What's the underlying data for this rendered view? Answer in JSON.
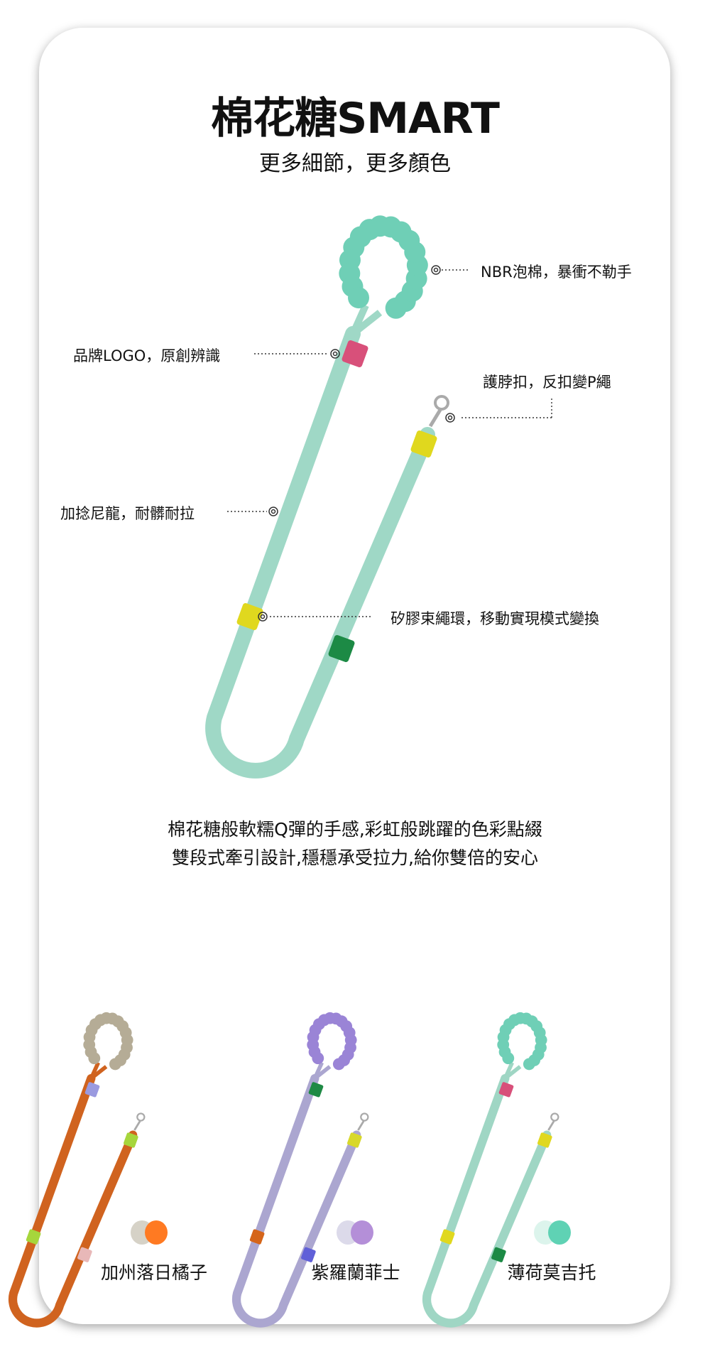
{
  "header": {
    "title": "棉花糖SMART",
    "subtitle": "更多細節，更多顏色"
  },
  "callouts": {
    "foam": "NBR泡棉，暴衝不勒手",
    "logo": "品牌LOGO，原創辨識",
    "clasp": "護脖扣，反扣變P繩",
    "nylon": "加捻尼龍，耐髒耐拉",
    "ring": "矽膠束繩環，移動實現模式變換"
  },
  "description": {
    "line1": "棉花糖般軟糯Q彈的手感,彩虹般跳躍的色彩點綴",
    "line2": "雙段式牽引設計,穩穩承受拉力,給你雙倍的安心"
  },
  "variants": [
    {
      "name": "加州落日橘子",
      "swatch": [
        "#d6d2c7",
        "#ff7a22"
      ],
      "rope": "#d0631f",
      "beads": "#b5ac96",
      "bands": [
        "#9a9ae0",
        "#a6d63c",
        "#e8b8b8",
        "#a6d63c"
      ]
    },
    {
      "name": "紫羅蘭菲士",
      "swatch": [
        "#dcdaea",
        "#b48fd8"
      ],
      "rope": "#aba6d0",
      "beads": "#9a84d6",
      "bands": [
        "#1f8a45",
        "#d5651a",
        "#6060d8",
        "#d8d82a"
      ]
    },
    {
      "name": "薄荷莫吉托",
      "swatch": [
        "#dcf4ec",
        "#5fd2b4"
      ],
      "rope": "#9fd6c4",
      "beads": "#6fcfb6",
      "bands": [
        "#d8507a",
        "#e0d81e",
        "#1c8a45",
        "#e0d81e"
      ]
    }
  ],
  "main": {
    "rope": "#9fd8c6",
    "beads": "#6fcfb6",
    "bands": [
      "#d8507a",
      "#e0d81e",
      "#1c8a45",
      "#e0d81e"
    ]
  }
}
